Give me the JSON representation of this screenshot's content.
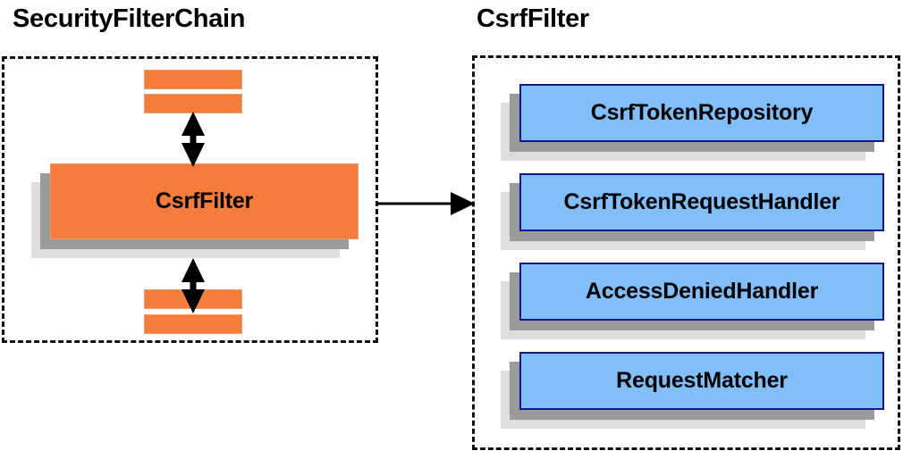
{
  "diagram": {
    "title_left": "SecurityFilterChain",
    "title_right": "CsrfFilter",
    "colors": {
      "filter_orange": "#f57c3c",
      "collaborator_blue": "#82bef9",
      "collaborator_border": "#15158c",
      "shadow_near": "#9b9b9b",
      "shadow_far": "#dedede",
      "group_border": "#111111",
      "text": "#000000",
      "background": "#ffffff"
    },
    "security_filter_chain": {
      "label": "SecurityFilterChain",
      "highlighted_filter": "CsrfFilter",
      "filters_above_count": 2,
      "filters_below_count": 2,
      "connector_above": "double-headed-vertical-arrow",
      "connector_below": "double-headed-vertical-arrow"
    },
    "csrf_filter": {
      "label": "CsrfFilter",
      "collaborators": [
        {
          "label": "CsrfTokenRepository"
        },
        {
          "label": "CsrfTokenRequestHandler"
        },
        {
          "label": "AccessDeniedHandler"
        },
        {
          "label": "RequestMatcher"
        }
      ]
    },
    "cross_link": {
      "from": "SecurityFilterChain",
      "to": "CsrfFilter",
      "style": "single-headed-horizontal-arrow"
    }
  }
}
